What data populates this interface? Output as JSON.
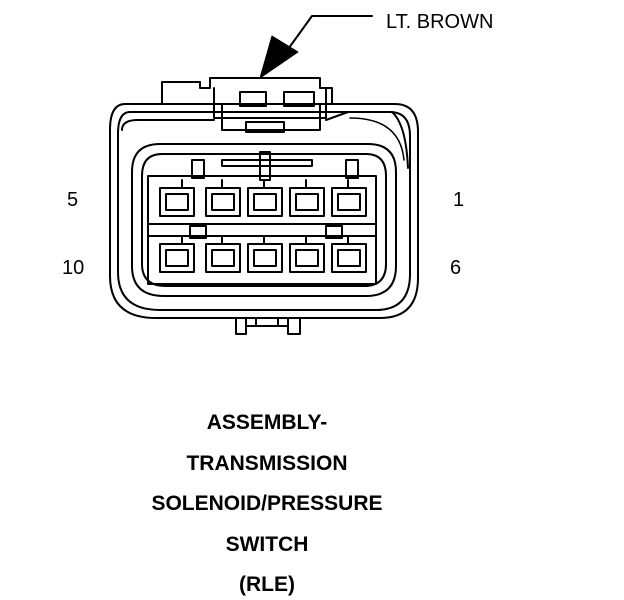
{
  "wire_label": "LT. BROWN",
  "pins": {
    "top_left": "5",
    "top_right": "1",
    "bottom_left": "10",
    "bottom_right": "6"
  },
  "caption": {
    "line1": "ASSEMBLY-",
    "line2": "TRANSMISSION",
    "line3": "SOLENOID/PRESSURE",
    "line4": "SWITCH",
    "line5": "(RLE)"
  }
}
